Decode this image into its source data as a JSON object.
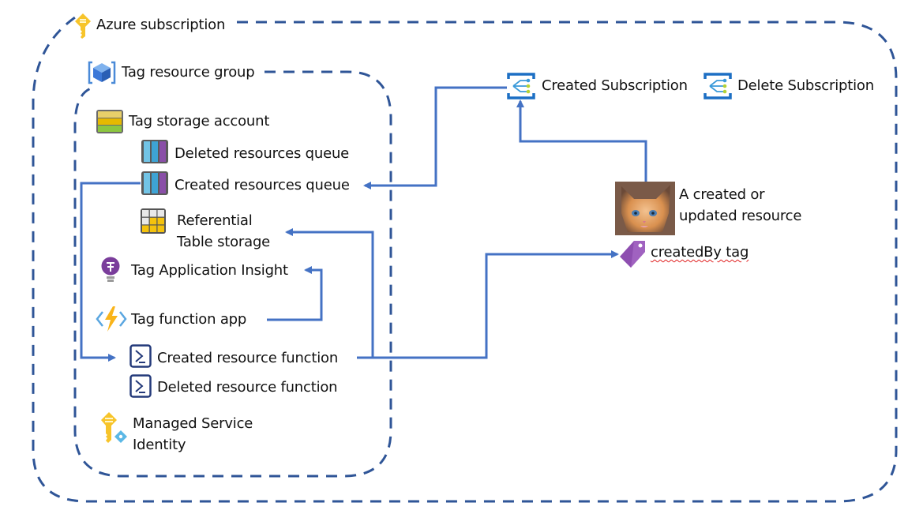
{
  "diagram": {
    "subscription": {
      "label": "Azure subscription",
      "icon": "key-icon"
    },
    "resource_group": {
      "label": "Tag resource group",
      "icon": "resource-group-cube-icon"
    },
    "storage_account": {
      "label": "Tag storage account",
      "icon": "storage-account-icon"
    },
    "deleted_queue": {
      "label": "Deleted resources queue",
      "icon": "queue-icon"
    },
    "created_queue": {
      "label": "Created resources queue",
      "icon": "queue-icon"
    },
    "table_storage": {
      "label_line1": "Referential",
      "label_line2": "Table storage",
      "icon": "table-storage-icon"
    },
    "app_insight": {
      "label": "Tag Application Insight",
      "icon": "lightbulb-icon"
    },
    "function_app": {
      "label": "Tag function app",
      "icon": "function-app-icon"
    },
    "created_function": {
      "label": "Created resource function",
      "icon": "powershell-icon"
    },
    "deleted_function": {
      "label": "Deleted resource function",
      "icon": "powershell-icon"
    },
    "msi": {
      "label_line1": "Managed Service",
      "label_line2": "Identity",
      "icon": "managed-identity-icon"
    },
    "created_subscription": {
      "label": "Created Subscription",
      "icon": "event-grid-icon"
    },
    "delete_subscription": {
      "label": "Delete Subscription",
      "icon": "event-grid-icon"
    },
    "resource": {
      "label_line1": "A created or",
      "label_line2": "updated resource",
      "icon": "kitten-photo"
    },
    "tag": {
      "label": "createdBy tag",
      "icon": "tag-icon"
    }
  },
  "colors": {
    "container_border": "#2f5597",
    "connector": "#4472c4",
    "key_yellow": "#fcd116",
    "tag_purple": "#8e4eb0"
  }
}
